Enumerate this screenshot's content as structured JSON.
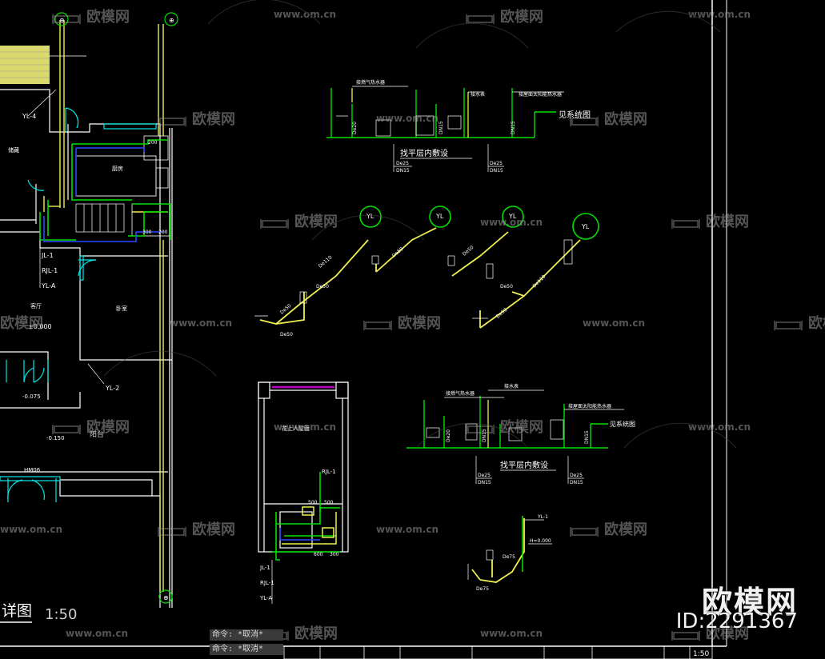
{
  "watermark": {
    "brand": "欧模网",
    "url": "www.om.cn"
  },
  "overlay": {
    "brand": "欧模网",
    "id": "ID:2291367"
  },
  "command_history": [
    "命令: *取消*",
    "命令: *取消*"
  ],
  "drawing": {
    "title_fragment": "详图",
    "scale": "1:50",
    "title_block_scale": "1:50",
    "plan_labels": {
      "room_kitchen": "厨房",
      "room_living": "客厅",
      "room_bedroom": "卧室",
      "room_balcony": "阳台",
      "room_upper": "花上人屋面",
      "room_storage": "储藏",
      "elev_0": "±0.000",
      "elev_1": "-0.075",
      "elev_2": "-0.150",
      "door_tag": "HM06"
    },
    "riser_tags": [
      "YL-4",
      "YL-1",
      "JL-1",
      "RJL-1",
      "YL-A",
      "YL-2",
      "RJL-1",
      "JL-1",
      "RJL-1",
      "YL-A"
    ],
    "system_labels": {
      "top_heater": "接燃气热水器",
      "top_meter": "接水表",
      "top_solar": "接屋面太阳能热水器",
      "see_system_1": "见系统图",
      "find_level_1": "找平层内敷设",
      "mid_heater": "接燃气热水器",
      "mid_meter": "接水表",
      "mid_solar": "接屋面太阳能热水器",
      "see_system_2": "见系统图",
      "find_level_2": "找平层内敷设"
    },
    "pipe_labels": {
      "de25": "De25",
      "dn15": "DN15",
      "de20": "De20",
      "de50": "De50",
      "de110": "De110",
      "de75": "De75",
      "h_level": "H=0.000",
      "yl1": "YL-1"
    },
    "dimensions": [
      "200",
      "500",
      "500",
      "600",
      "300"
    ]
  },
  "colors": {
    "background": "#000000",
    "wall": "#ffffff",
    "supply_pipe": "#00e000",
    "drain_pipe": "#f0f050",
    "hot_pipe": "#2a4bff",
    "fixture": "#00e8e8",
    "hatch": "#ffff80",
    "label": "#ffffff",
    "frame": "#ffffff",
    "watermark": "#8a8a8a"
  }
}
